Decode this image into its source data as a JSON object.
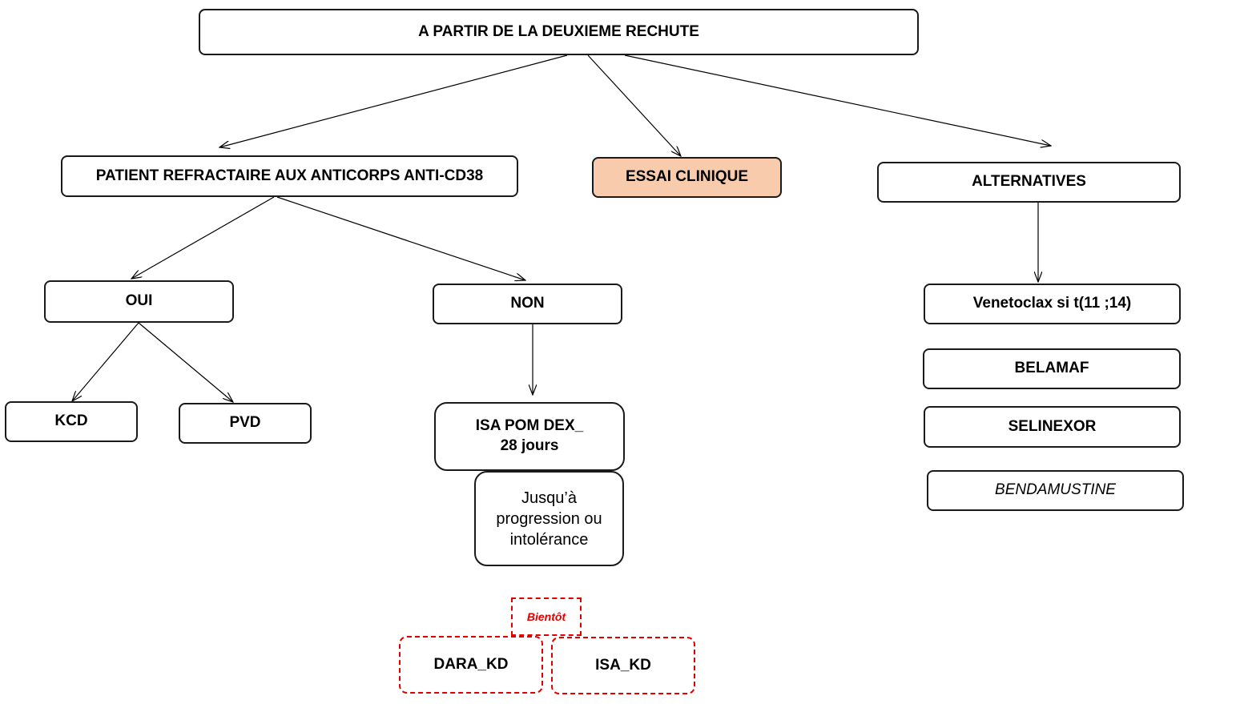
{
  "diagram": {
    "root": "A PARTIR DE LA DEUXIEME RECHUTE",
    "refractory": "PATIENT REFRACTAIRE AUX ANTICORPS ANTI-CD38",
    "clinical_trial": "ESSAI CLINIQUE",
    "alternatives": "ALTERNATIVES",
    "yes": "OUI",
    "no": "NON",
    "kcd": "KCD",
    "pvd": "PVD",
    "isa_pom_dex": {
      "line1": "ISA POM DEX_",
      "line2": "28 jours"
    },
    "until_progression": {
      "line1": "Jusqu’à",
      "line2": "progression ou",
      "line3": "intolérance"
    },
    "soon": "Bientôt",
    "dara_kd": "DARA_KD",
    "isa_kd": "ISA_KD",
    "venetoclax": "Venetoclax si t(11 ;14)",
    "belamaf": "BELAMAF",
    "selinexor": "SELINEXOR",
    "bendamustine": "BENDAMUSTINE"
  },
  "colors": {
    "border": "#1a1a1a",
    "accent_fill": "#f8cbad",
    "dashed_red": "#e00000"
  }
}
